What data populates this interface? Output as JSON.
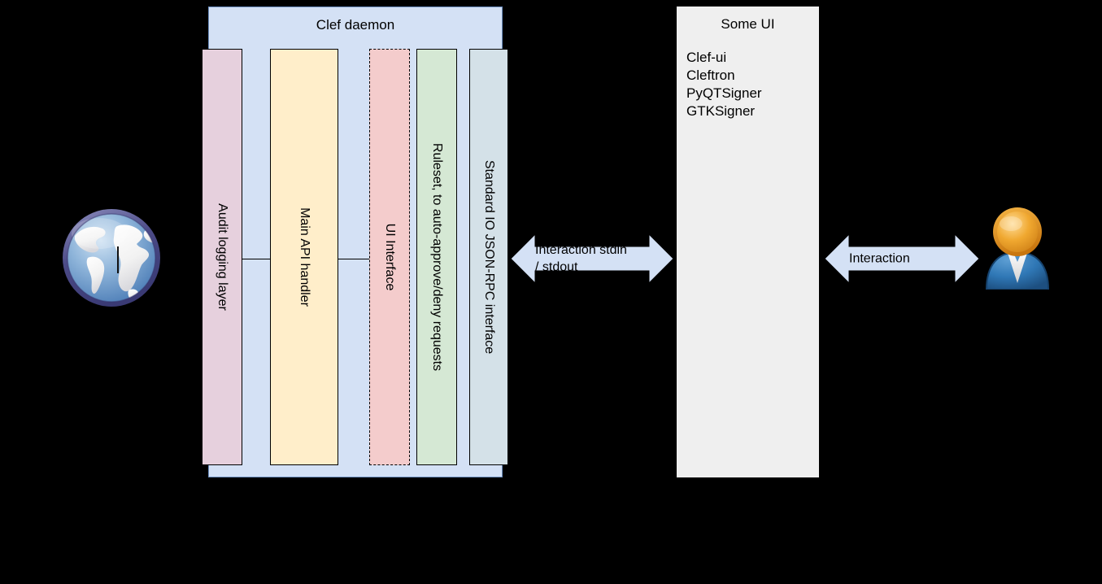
{
  "daemon": {
    "title": "Clef daemon",
    "boxes": [
      {
        "name": "audit-logging-layer",
        "label": "Audit logging layer",
        "color": "#e6d0dd"
      },
      {
        "name": "main-api-handler",
        "label": "Main API handler",
        "color": "#ffeeca"
      },
      {
        "name": "ui-interface",
        "label": "UI Interface",
        "color": "#f4cccc"
      },
      {
        "name": "ruleset",
        "label": "Ruleset, to auto-approve/deny requests",
        "color": "#d5e8d4"
      },
      {
        "name": "standard-io-json-rpc",
        "label": "Standard IO JSON-RPC interface",
        "color": "#d4e1e8"
      }
    ],
    "container_color": "#d4e1f5"
  },
  "some_ui": {
    "title": "Some UI",
    "items": [
      "Clef-ui",
      "Cleftron",
      "PyQTSigner",
      "GTKSigner"
    ],
    "panel_color": "#efefef"
  },
  "arrows": [
    {
      "name": "stdio-arrow",
      "label": "Interaction stdin\n/ stdout",
      "color": "#d4e1f5"
    },
    {
      "name": "user-arrow",
      "label": "Interaction",
      "color": "#d4e1f5"
    }
  ],
  "icons": {
    "globe": "globe-icon",
    "user": "user-icon"
  }
}
